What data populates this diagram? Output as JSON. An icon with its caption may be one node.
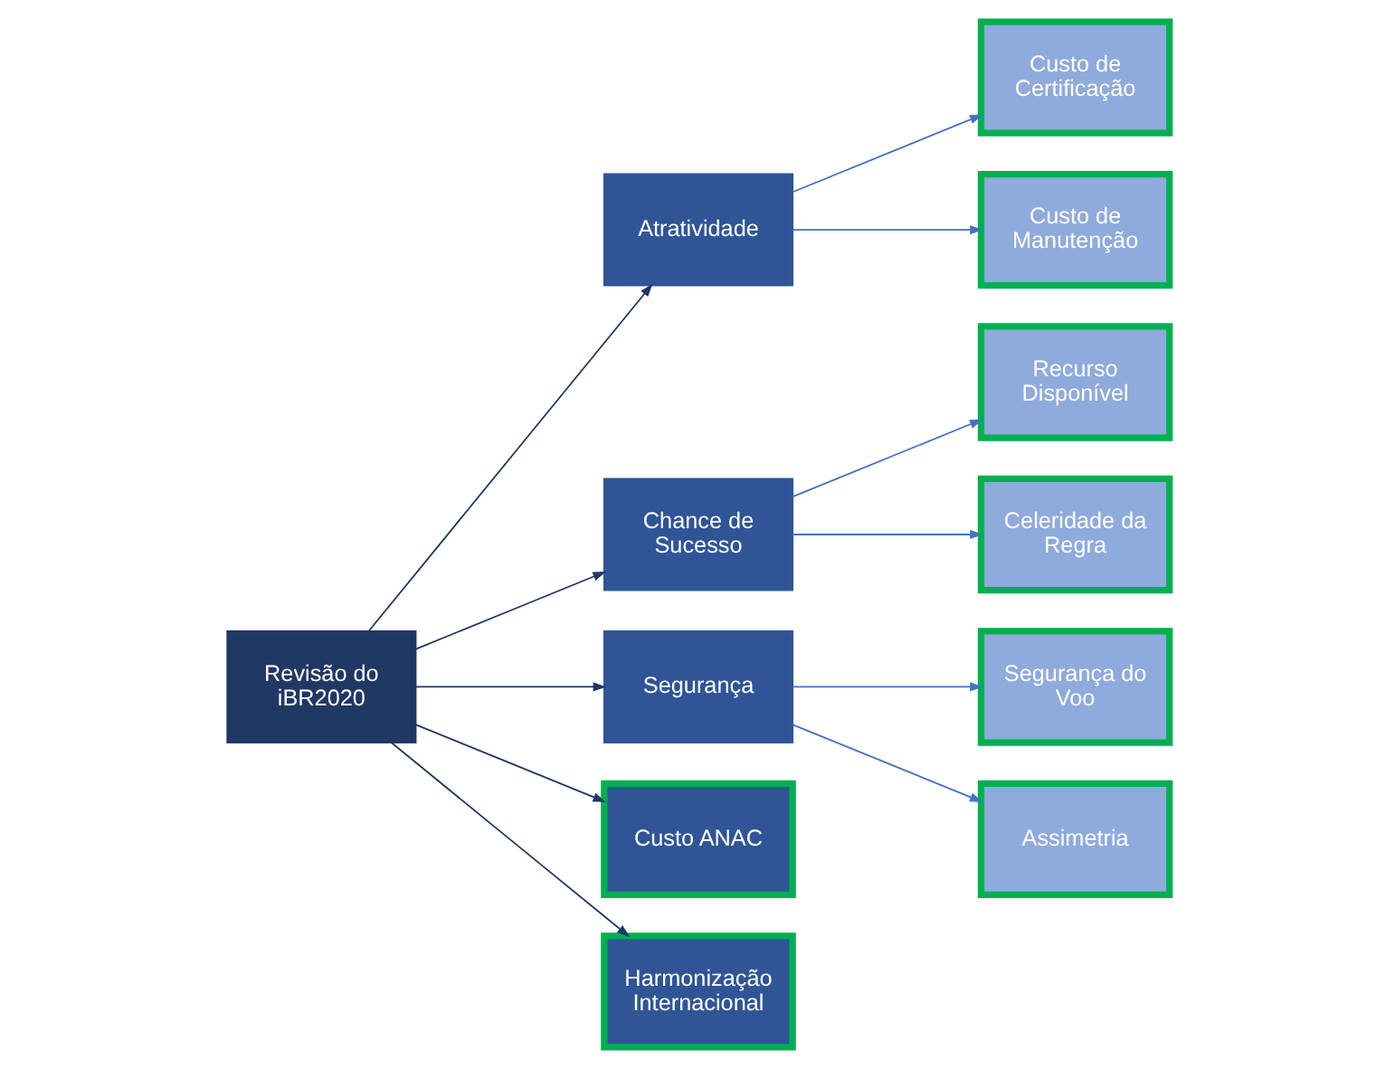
{
  "diagram": {
    "nodes": [
      {
        "text": [
          "Revisão do iBR2020"
        ]
      },
      {
        "text": [
          "Atratividade"
        ]
      },
      {
        "text": [
          "Chance de Sucesso"
        ]
      },
      {
        "text": [
          "Segurança"
        ]
      },
      {
        "text": [
          "Custo ANAC"
        ]
      },
      {
        "text": [
          "Harmonização Internacional"
        ]
      },
      {
        "text": [
          "Custo de Certificação"
        ]
      },
      {
        "text": [
          "Custo de Manutenção"
        ]
      },
      {
        "text": [
          "Recurso Disponível"
        ]
      },
      {
        "text": [
          "Celeridade da Regra"
        ]
      },
      {
        "text": [
          "Segurança do Voo"
        ]
      },
      {
        "text": [
          "Assimetria"
        ]
      }
    ],
    "edges": [
      {
        "from": 0,
        "to": 1,
        "arrow": "to",
        "color": "#1f3864"
      },
      {
        "from": 0,
        "to": 2,
        "arrow": "to",
        "color": "#1f3864"
      },
      {
        "from": 0,
        "to": 3,
        "arrow": "to",
        "color": "#1f3864"
      },
      {
        "from": 0,
        "to": 4,
        "arrow": "to",
        "color": "#1f3864"
      },
      {
        "from": 0,
        "to": 5,
        "arrow": "to",
        "color": "#1f3864"
      },
      {
        "from": 1,
        "to": 6,
        "arrow": "to"
      },
      {
        "from": 1,
        "to": 7,
        "arrow": "to"
      },
      {
        "from": 2,
        "to": 8,
        "arrow": "to"
      },
      {
        "from": 2,
        "to": 9,
        "arrow": "to"
      },
      {
        "from": 3,
        "to": 10,
        "arrow": "to"
      },
      {
        "from": 3,
        "to": 11,
        "arrow": "to"
      }
    ]
  }
}
